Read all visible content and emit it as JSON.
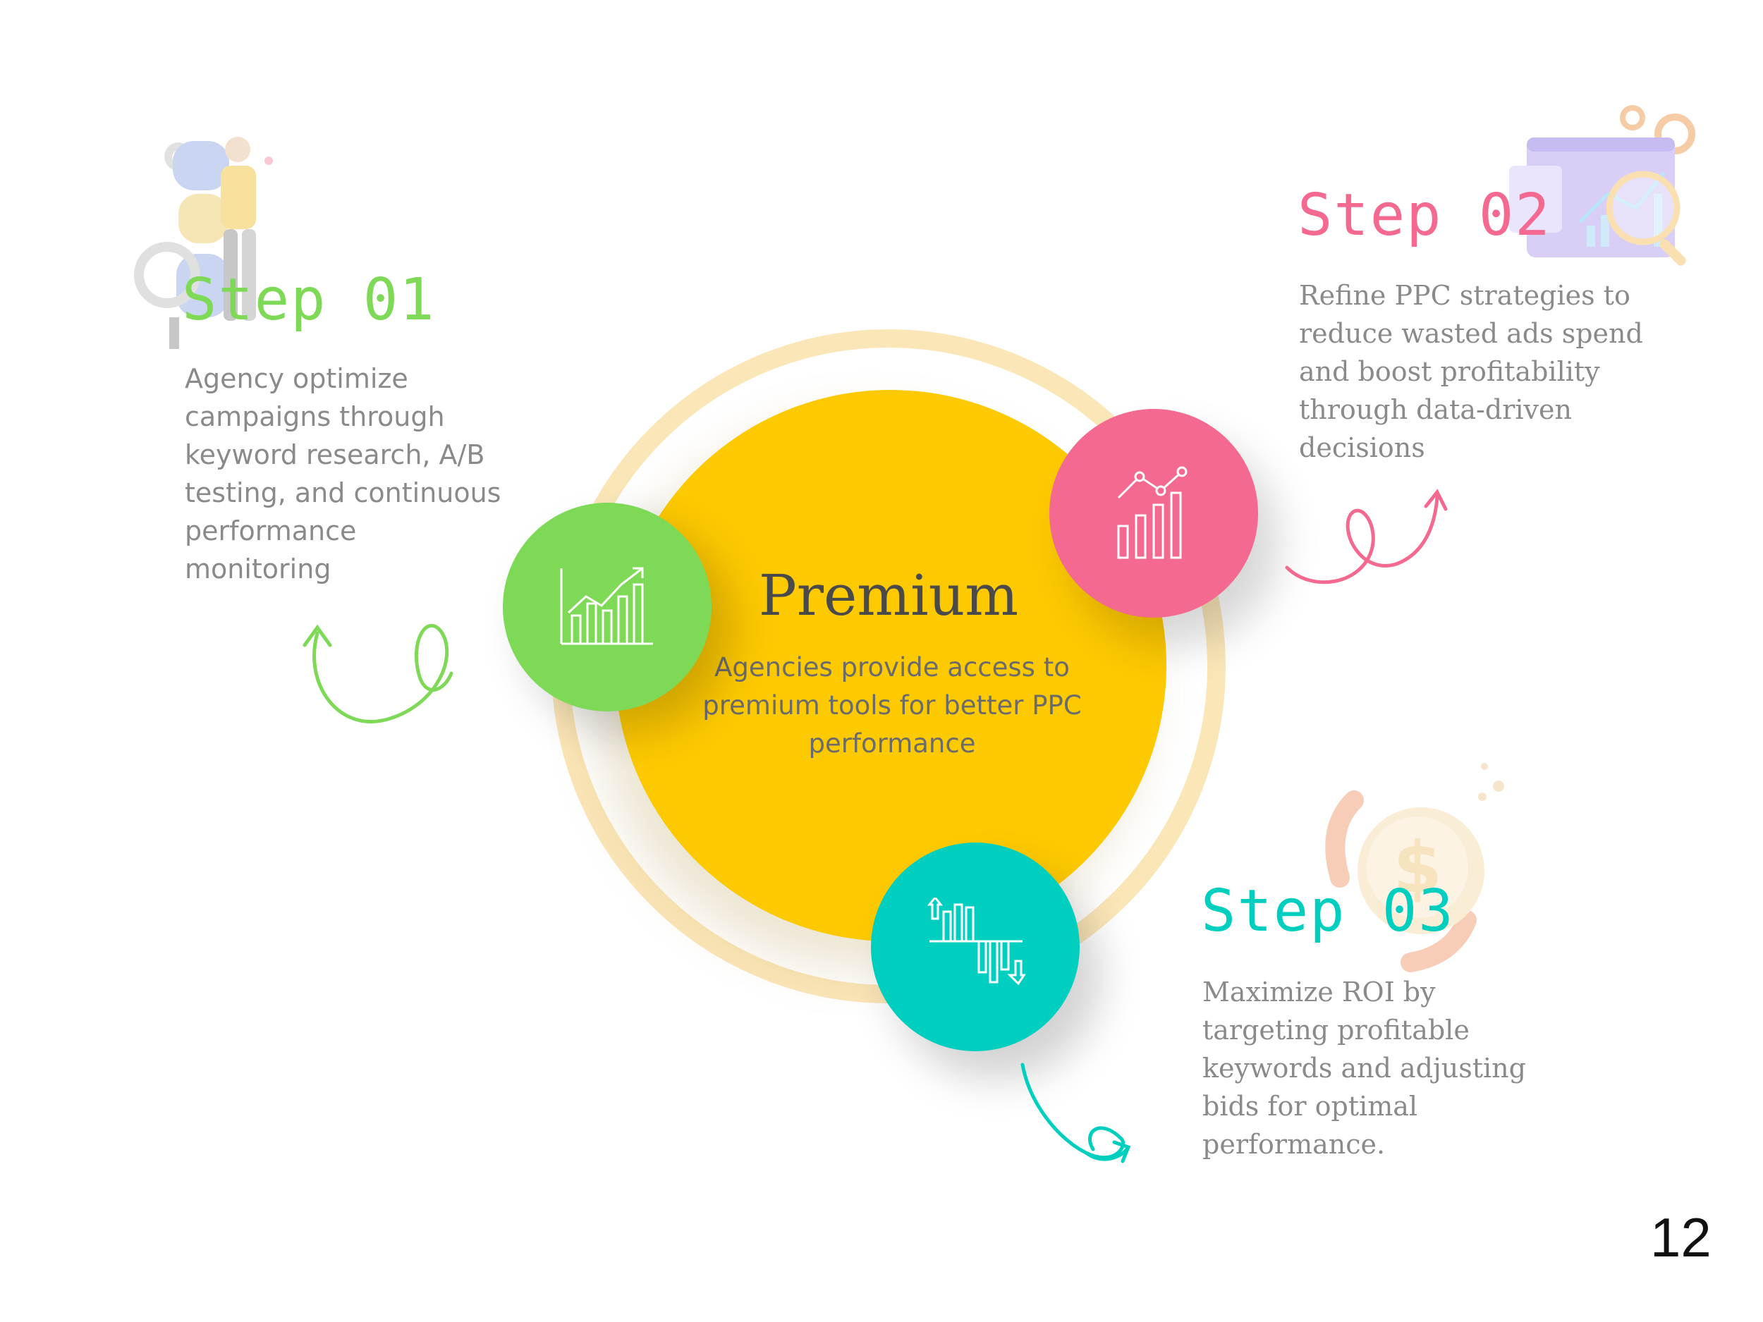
{
  "center": {
    "title": "Premium",
    "body": "Agencies provide access to premium tools for better PPC performance"
  },
  "steps": [
    {
      "title": "Step 01",
      "body": "Agency optimize campaigns through keyword research, A/B testing, and continuous performance monitoring",
      "color": "#7ed957",
      "icon": "growth-bar-chart-icon"
    },
    {
      "title": "Step 02",
      "body": "Refine PPC strategies to reduce wasted ads spend and boost profitability through data-driven decisions",
      "color": "#f4698f",
      "icon": "line-bar-chart-icon"
    },
    {
      "title": "Step 03",
      "body": "Maximize ROI by targeting profitable keywords and adjusting bids for optimal performance.",
      "color": "#00cfbf",
      "icon": "up-down-bar-chart-icon"
    }
  ],
  "colors": {
    "core": "#fdc900",
    "ring": "#fbe6b8"
  },
  "page_number": "12"
}
